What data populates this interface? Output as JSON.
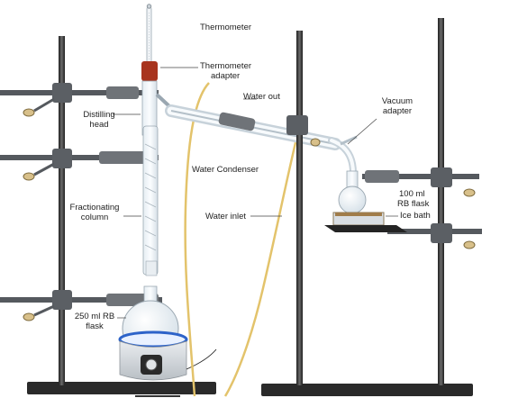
{
  "labels": {
    "thermometer": "Thermometer",
    "thermometer_adapter_1": "Thermometer",
    "thermometer_adapter_2": "adapter",
    "water_out": "Water out",
    "distilling_head_1": "Distilling",
    "distilling_head_2": "head",
    "vacuum_adapter_1": "Vacuum",
    "vacuum_adapter_2": "adapter",
    "water_condenser": "Water Condenser",
    "fractionating_column_1": "Fractionating",
    "fractionating_column_2": "column",
    "rb_100_1": "100 ml",
    "rb_100_2": "RB flask",
    "water_inlet": "Water inlet",
    "ice_bath": "Ice bath",
    "rb_250_1": "250 ml RB",
    "rb_250_2": "flask"
  },
  "colors": {
    "rod": "#3d3d3d",
    "clamp": "#6f7378",
    "clamp_screw": "#d8c08a",
    "stopper": "#a8341e",
    "tubing": "#e3c36b",
    "glass_stroke": "#9aa7b1",
    "heating_mantle_ring": "#2d63c9",
    "base": "#2a2a2a"
  }
}
